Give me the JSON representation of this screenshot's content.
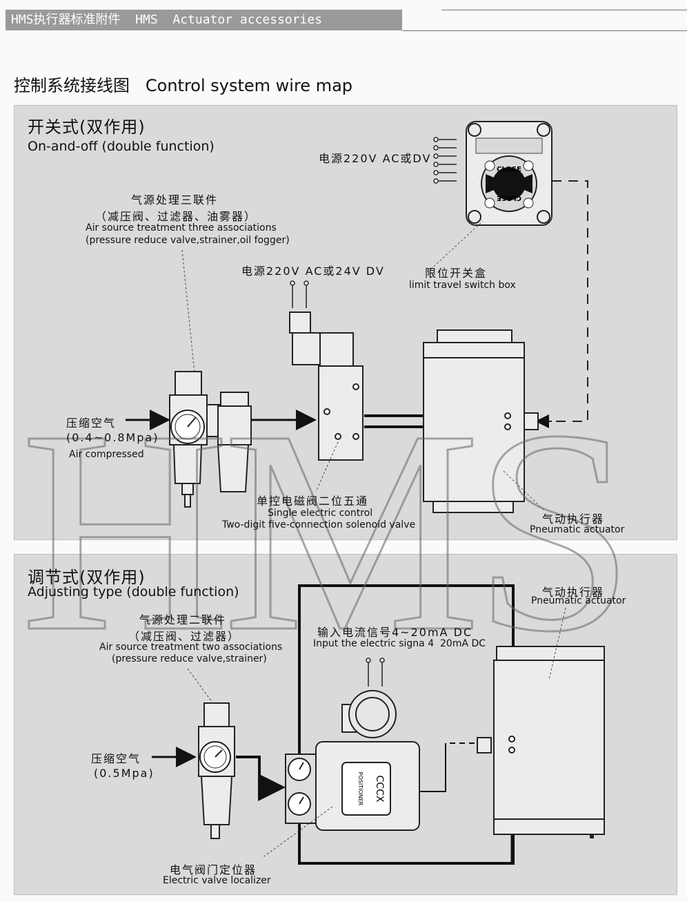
{
  "header": {
    "banner": "HMS执行器标准附件  HMS  Actuator accessories",
    "heading": "控制系统接线图   Control system wire map"
  },
  "watermark": "HMS",
  "section1": {
    "title_cn": "开关式(双作用)",
    "title_en": "On-and-off (double function)",
    "power_top": "电源220V AC或DV",
    "frl_cn1": "气源处理三联件",
    "frl_cn2": "（减压阀、过滤器、油雾器）",
    "frl_en1": "Air source treatment three associations",
    "frl_en2": "(pressure reduce valve,strainer,oil fogger)",
    "power_mid": "电源220V AC或24V DV",
    "switch_cn": "限位开关盒",
    "switch_en": "limit travel switch box",
    "switch_label_top": "CLOSE",
    "switch_label_bottom": "CLOSE",
    "air_cn": "压缩空气",
    "air_range": "(0.4~0.8Mpa)",
    "air_en": "Air compressed",
    "valve_cn": "单控电磁阀二位五通",
    "valve_en1": "Single electric control",
    "valve_en2": "Two-digit five-connection solenoid valve",
    "actuator_cn": "气动执行器",
    "actuator_en": "Pneumatic actuator"
  },
  "section2": {
    "title_cn": "调节式(双作用)",
    "title_en": "Adjusting type (double function)",
    "frl_cn1": "气源处理二联件",
    "frl_cn2": "（减压阀、过滤器）",
    "frl_en1": "Air source treatment two associations",
    "frl_en2": "(pressure reduce valve,strainer)",
    "signal_cn": "输入电流信号4~20mA DC",
    "signal_en": "Input the electric signa 4  20mA DC",
    "actuator_cn": "气动执行器",
    "actuator_en": "Pneumatic actuator",
    "air_cn": "压缩空气",
    "air_range": "(0.5Mpa)",
    "positioner_label": "CCCX",
    "positioner_sub": "POSITIONER",
    "positioner_cn": "电气阀门定位器",
    "positioner_en": "Electric valve localizer"
  }
}
